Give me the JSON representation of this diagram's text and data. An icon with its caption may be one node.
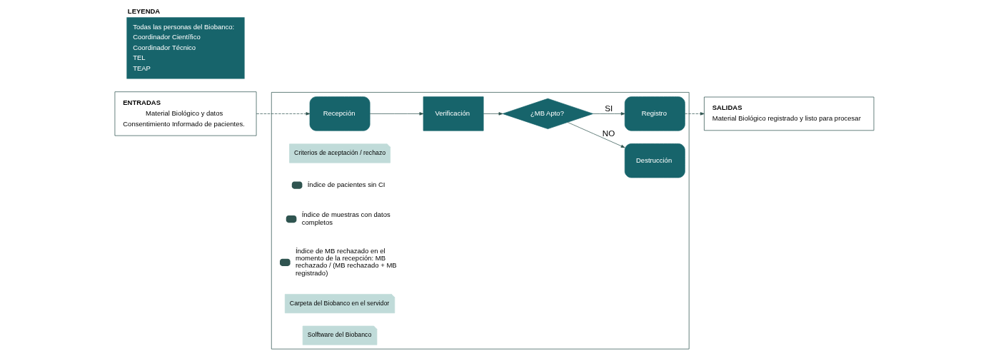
{
  "diagram": {
    "nodes": [
      {
        "text": [
          "ENTRADAS",
          "Material Biológico y datos",
          "Consentimiento Informado de pacientes."
        ]
      },
      {
        "text": [],
        "shape": "box"
      },
      {
        "text": [
          "Recepción"
        ],
        "in": 1
      },
      {
        "text": [
          "Criterios de aceptación / rechazo"
        ],
        "in": 1
      },
      {
        "text": [
          "Verificación"
        ],
        "in": 1
      },
      {
        "text": [],
        "shape": "circle",
        "beside": [
          "Índice de pacientes sin CI"
        ],
        "in": 1
      },
      {
        "text": [],
        "shape": "circle",
        "beside": [
          "Índice de muestras con datos completos"
        ],
        "in": 1
      },
      {
        "text": [],
        "shape": "circle",
        "beside": [
          "Índice de MB rechazado en el momento de la recepción: MB rechazado / (MB rechazado + MB registrado)"
        ],
        "in": 1
      },
      {
        "text": [
          "¿MB Apto?"
        ],
        "in": 1
      },
      {
        "text": [
          "Carpeta del Biobanco en el servidor"
        ],
        "in": 1
      },
      {
        "text": [
          "Solftware del Biobanco"
        ],
        "in": 1
      },
      {
        "text": [
          "Destrucción"
        ],
        "in": 1
      },
      {
        "text": [
          "Registro"
        ],
        "in": 1
      },
      {
        "text": [
          "LEYENDA",
          "Todas las personas del Biobanco:",
          "Coordinador Científico",
          "Coordinador Técnico",
          "TEL",
          "TEAP"
        ]
      },
      {
        "text": [
          "SALIDAS",
          "Material Biológico registrado y listo para procesar"
        ]
      }
    ],
    "edges": [
      {
        "from": 0,
        "to": 2,
        "arrow": "to",
        "style": "dashed"
      },
      {
        "from": 2,
        "to": 4,
        "arrow": "to"
      },
      {
        "from": 4,
        "to": 8,
        "arrow": "to"
      },
      {
        "from": 8,
        "to": 11,
        "arrow": "to",
        "label": "NO"
      },
      {
        "from": 8,
        "to": 12,
        "arrow": "to",
        "label": "SI"
      },
      {
        "from": 12,
        "to": 14,
        "arrow": "to",
        "style": "dashed"
      }
    ]
  }
}
